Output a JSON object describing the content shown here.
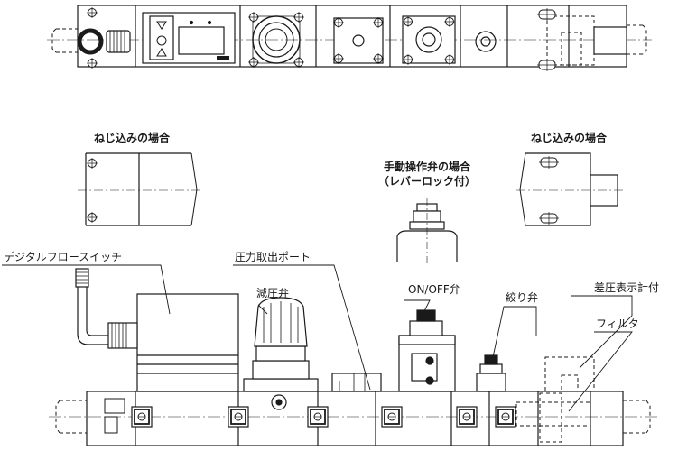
{
  "views": {
    "screw_in_left": "ねじ込みの場合",
    "screw_in_right": "ねじ込みの場合",
    "manual_valve_line1": "手動操作弁の場合",
    "manual_valve_line2": "（レバーロック付）"
  },
  "callouts": {
    "digital_flow_switch": "デジタルフロースイッチ",
    "pressure_port": "圧力取出ポート",
    "reducing_valve": "減圧弁",
    "on_off_valve": "ON/OFF弁",
    "throttle_valve": "絞り弁",
    "diff_pressure_gauge": "差圧表示計付",
    "filter": "フィルタ"
  },
  "colors": {
    "line": "#1a1a1a",
    "hidden": "#333333",
    "fill": "#ffffff"
  }
}
